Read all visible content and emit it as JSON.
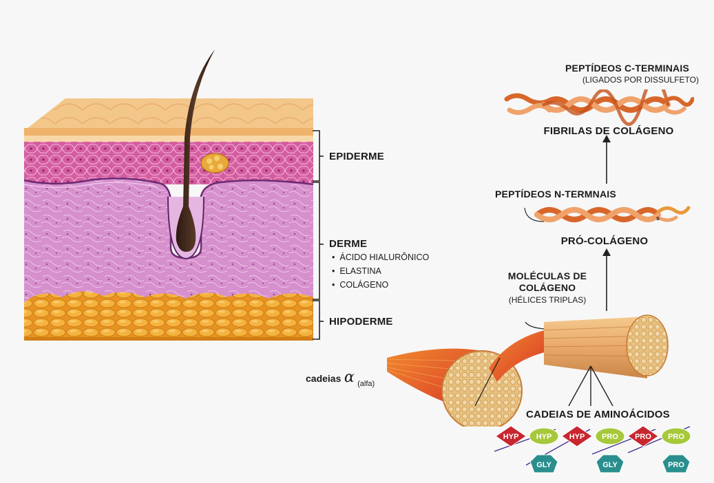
{
  "skin": {
    "layers": [
      {
        "name": "EPIDERME",
        "items": []
      },
      {
        "name": "DERME",
        "items": [
          "ÁCIDO HIALURÔNICO",
          "ELASTINA",
          "COLÁGENO"
        ]
      },
      {
        "name": "HIPODERME",
        "items": []
      }
    ]
  },
  "collagen": {
    "c_terminal_title": "PEPTÍDEOS C-TERMINAIS",
    "c_terminal_subtitle": "(LIGADOS POR DISSULFETO)",
    "fibrils_label": "FIBRILAS DE COLÁGENO",
    "n_terminal_label": "PEPTÍDEOS N-TERMNAIS",
    "procollagen_label": "PRÓ-COLÁGENO",
    "disulfide_mark": "s",
    "molecules_line1": "MOLÉCULAS DE",
    "molecules_line2": "COLÁGENO",
    "molecules_line3": "(HÉLICES TRIPLAS)",
    "alpha_label": "cadeias",
    "alpha_symbol": "α",
    "alpha_sub": "(alfa)",
    "amino_label": "CADEIAS DE AMINOÁCIDOS"
  },
  "amino_acids": {
    "top_row": [
      {
        "text": "HYP",
        "shape": "diamond",
        "color": "#c8262f"
      },
      {
        "text": "HYP",
        "shape": "oval",
        "color": "#a6c83a"
      },
      {
        "text": "HYP",
        "shape": "diamond",
        "color": "#c8262f"
      },
      {
        "text": "PRO",
        "shape": "oval",
        "color": "#a6c83a"
      },
      {
        "text": "PRO",
        "shape": "diamond",
        "color": "#c8262f"
      },
      {
        "text": "PRO",
        "shape": "oval",
        "color": "#a6c83a"
      }
    ],
    "bottom_row": [
      {
        "text": "GLY",
        "shape": "pentagon",
        "color": "#2a8e8e"
      },
      {
        "text": "GLY",
        "shape": "pentagon",
        "color": "#2a8e8e"
      },
      {
        "text": "PRO",
        "shape": "pentagon",
        "color": "#2a8e8e"
      }
    ]
  },
  "colors": {
    "epidermis": "#d9669f",
    "dermis": "#d88bc8",
    "hypodermis": "#f0a832",
    "collagen": "#e07a2e",
    "chain_line": "#3b2a8a"
  }
}
